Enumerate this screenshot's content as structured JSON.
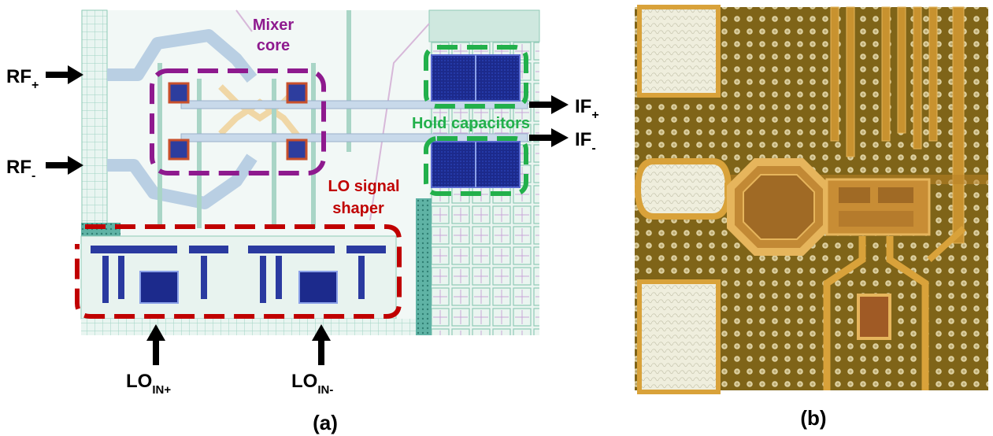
{
  "panel_a": {
    "caption": "(a)",
    "annotations": {
      "mixer_core": [
        "Mixer",
        "core"
      ],
      "hold_capacitors": "Hold capacitors",
      "lo_signal_shaper": [
        "LO signal",
        "shaper"
      ]
    },
    "ports": {
      "rf_plus": {
        "main": "RF",
        "sub": "+"
      },
      "rf_minus": {
        "main": "RF",
        "sub": "-"
      },
      "if_plus": {
        "main": "IF",
        "sub": "+"
      },
      "if_minus": {
        "main": "IF",
        "sub": "-"
      },
      "lo_in_plus": {
        "main": "LO",
        "sub": "IN+"
      },
      "lo_in_minus": {
        "main": "LO",
        "sub": "IN-"
      }
    },
    "colors": {
      "mixer_core": "#8e1a8e",
      "hold_capacitors": "#22b04b",
      "lo_signal_shaper": "#c00000"
    }
  },
  "panel_b": {
    "caption": "(b)"
  }
}
